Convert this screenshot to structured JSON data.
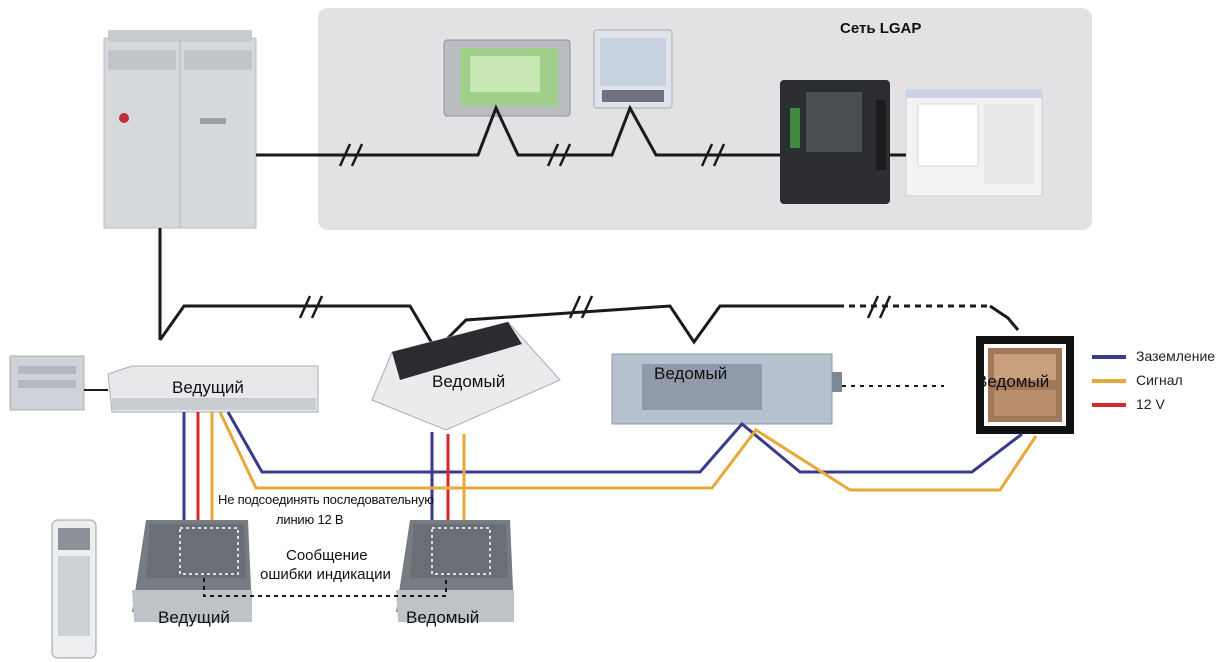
{
  "network": {
    "title": "Сеть LGAP"
  },
  "devices": {
    "master_unit": "Ведущий",
    "cassette_unit": "Ведомый",
    "duct_unit": "Ведомый",
    "panel_unit": "Ведомый",
    "master_controller": "Ведущий",
    "slave_controller": "Ведомый"
  },
  "notes": {
    "no_series_12v_line1": "Не подсоединять последовательную",
    "no_series_12v_line2": "линию 12 В",
    "error_message_line1": "Сообщение",
    "error_message_line2": "ошибки индикации"
  },
  "legend": [
    {
      "label": "Заземление",
      "color": "#3a3a8c"
    },
    {
      "label": "Сигнал",
      "color": "#e8a838"
    },
    {
      "label": "12 V",
      "color": "#d8282a"
    }
  ],
  "colors": {
    "ground": "#3a3a8c",
    "signal": "#e8a838",
    "power": "#d8282a",
    "network_panel": "#e2e2e4"
  }
}
